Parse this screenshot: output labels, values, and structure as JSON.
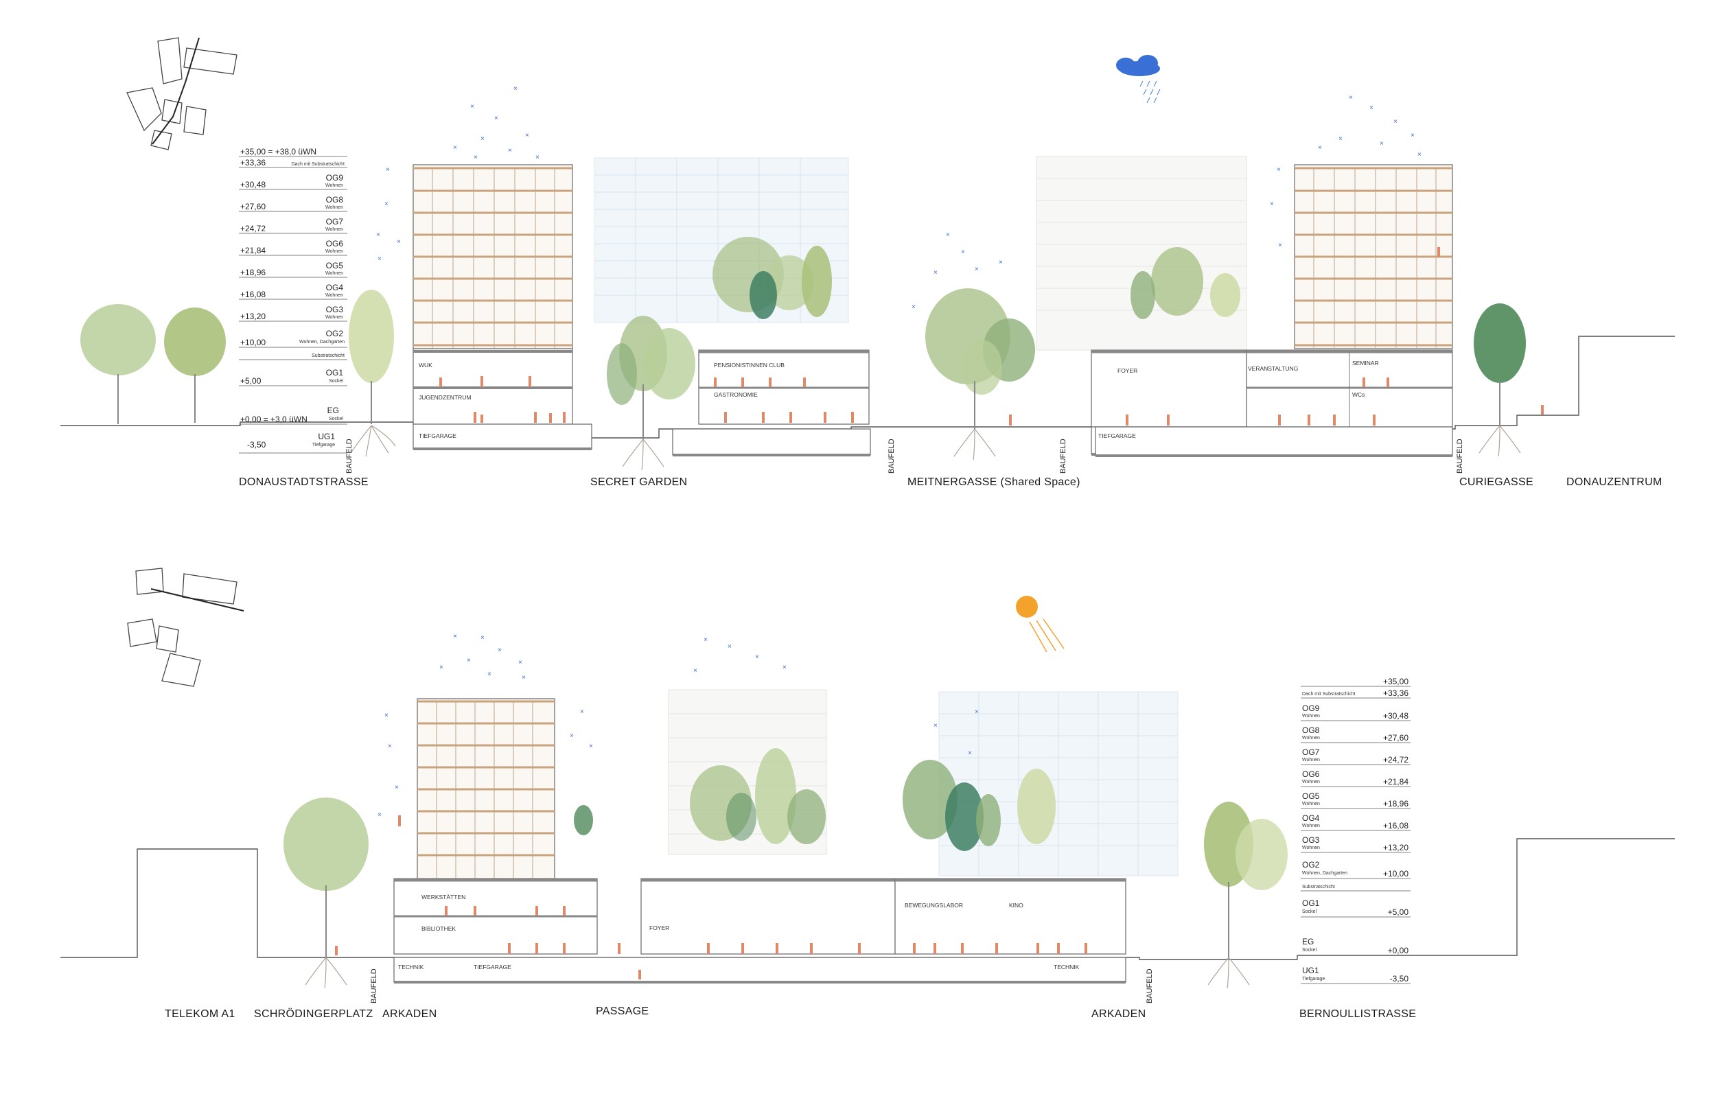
{
  "section1": {
    "levels": [
      {
        "value": "+35,00 = +38,0 üWN",
        "name": "",
        "sub": ""
      },
      {
        "value": "+33,36",
        "name": "",
        "sub": "Dach mit Substratschicht"
      },
      {
        "value": "+30,48",
        "name": "OG9",
        "sub": "Wohnen"
      },
      {
        "value": "+27,60",
        "name": "OG8",
        "sub": "Wohnen"
      },
      {
        "value": "+24,72",
        "name": "OG7",
        "sub": "Wohnen"
      },
      {
        "value": "+21,84",
        "name": "OG6",
        "sub": "Wohnen"
      },
      {
        "value": "+18,96",
        "name": "OG5",
        "sub": "Wohnen"
      },
      {
        "value": "+16,08",
        "name": "OG4",
        "sub": "Wohnen"
      },
      {
        "value": "+13,20",
        "name": "OG3",
        "sub": "Wohnen"
      },
      {
        "value": "+10,00",
        "name": "OG2",
        "sub": "Wohnen, Dachgarten"
      },
      {
        "value": "",
        "name": "",
        "sub": "Substratschicht"
      },
      {
        "value": "+5,00",
        "name": "OG1",
        "sub": "Sockel"
      },
      {
        "value": "+0,00 = +3,0 üWN",
        "name": "EG",
        "sub": "Sockel"
      },
      {
        "value": "-3,50",
        "name": "UG1",
        "sub": "Tiefgarage"
      }
    ],
    "streets": [
      "DONAUSTADTSTRASSE",
      "SECRET GARDEN",
      "MEITNERGASSE (Shared Space)",
      "CURIEGASSE",
      "DONAUZENTRUM"
    ],
    "rooms": [
      "WUK",
      "JUGENDZENTRUM",
      "TIEFGARAGE",
      "PENSIONISTINNEN CLUB",
      "GASTRONOMIE",
      "FOYER",
      "VERANSTALTUNG",
      "SEMINAR",
      "WCs",
      "TIEFGARAGE"
    ],
    "baufeld": "BAUFELD"
  },
  "section2": {
    "levels": [
      {
        "value": "+35,00",
        "name": "",
        "sub": ""
      },
      {
        "value": "+33,36",
        "name": "",
        "sub": "Dach mit Substratschicht"
      },
      {
        "value": "+30,48",
        "name": "OG9",
        "sub": "Wohnen"
      },
      {
        "value": "+27,60",
        "name": "OG8",
        "sub": "Wohnen"
      },
      {
        "value": "+24,72",
        "name": "OG7",
        "sub": "Wohnen"
      },
      {
        "value": "+21,84",
        "name": "OG6",
        "sub": "Wohnen"
      },
      {
        "value": "+18,96",
        "name": "OG5",
        "sub": "Wohnen"
      },
      {
        "value": "+16,08",
        "name": "OG4",
        "sub": "Wohnen"
      },
      {
        "value": "+13,20",
        "name": "OG3",
        "sub": "Wohnen"
      },
      {
        "value": "+10,00",
        "name": "OG2",
        "sub": "Wohnen, Dachgarten"
      },
      {
        "value": "",
        "name": "",
        "sub": "Substratschicht"
      },
      {
        "value": "+5,00",
        "name": "OG1",
        "sub": "Sockel"
      },
      {
        "value": "+0,00",
        "name": "EG",
        "sub": "Sockel"
      },
      {
        "value": "-3,50",
        "name": "UG1",
        "sub": "Tiefgarage"
      }
    ],
    "streets": [
      "TELEKOM A1",
      "SCHRÖDINGERPLATZ",
      "ARKADEN",
      "PASSAGE",
      "ARKADEN",
      "BERNOULLISTRASSE"
    ],
    "rooms": [
      "WERKSTÄTTEN",
      "BIBLIOTHEK",
      "TECHNIK",
      "TIEFGARAGE",
      "FOYER",
      "BEWEGUNGSLABOR",
      "KINO",
      "TECHNIK"
    ],
    "baufeld": "BAUFELD"
  },
  "colors": {
    "line": "#555555",
    "slab": "#8a8a8a",
    "tree_light": "#b9cf9a",
    "tree_mid": "#8fb07a",
    "tree_dark": "#4f8a5a",
    "tree_teal": "#3f7f63",
    "people": "#e0886a",
    "rain": "#4a7fd1",
    "sun": "#f3a22b",
    "cloud": "#3a6fd6",
    "facade_orange": "#c9a27e",
    "glass_blue": "#cfe2f2"
  },
  "icons": [
    "site-map-icon-1",
    "site-map-icon-2",
    "rain-cloud-icon",
    "sun-icon"
  ]
}
